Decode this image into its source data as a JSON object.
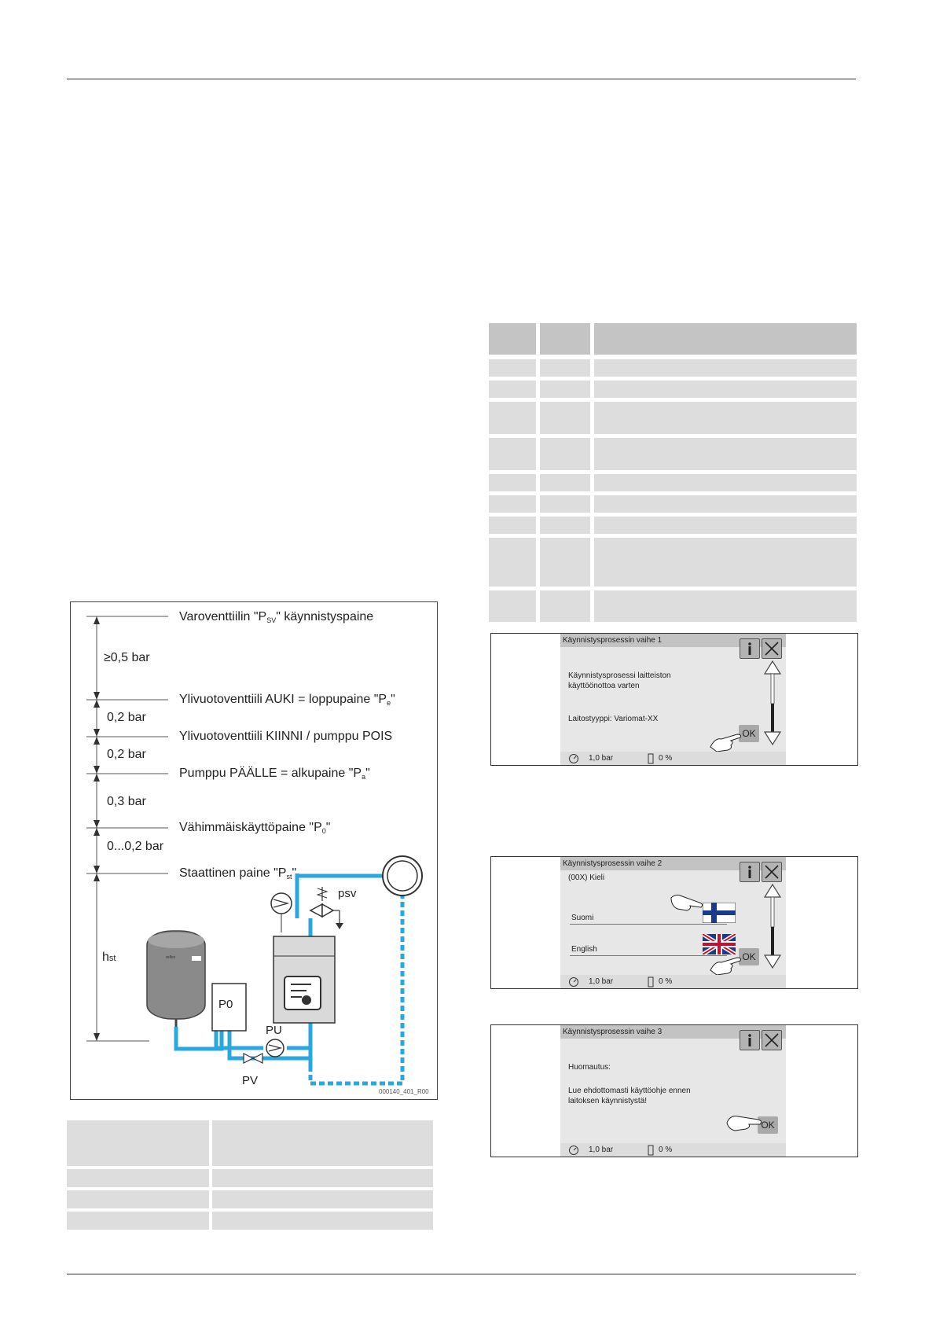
{
  "diagram": {
    "levels": [
      {
        "text_before": "Varoventtiilin \"P",
        "sub": "SV",
        "text_after": "\" käynnistyspaine"
      },
      {
        "text_before": "Ylivuotoventtiili AUKI = loppupaine \"P",
        "sub": "e",
        "text_after": "\""
      },
      {
        "text_before": "Ylivuotoventtiili KIINNI / pumppu POIS",
        "sub": "",
        "text_after": ""
      },
      {
        "text_before": "Pumppu PÄÄLLE = alkupaine \"P",
        "sub": "a",
        "text_after": "\""
      },
      {
        "text_before": "Vähimmäiskäyttöpaine \"P",
        "sub": "0",
        "text_after": "\""
      },
      {
        "text_before": "Staattinen paine \"P",
        "sub": "st",
        "text_after": "\""
      }
    ],
    "intervals": [
      "≥0,5 bar",
      "0,2 bar",
      "0,2 bar",
      "0,3 bar",
      "0...0,2 bar"
    ],
    "hst_main": "h",
    "hst_sub": "st",
    "labels": {
      "psv": "psv",
      "p0": "P0",
      "pu": "PU",
      "pv": "PV",
      "vessel_brand": "reflex"
    },
    "figure_code": "000140_401_R00",
    "colors": {
      "pipe": "#29a8e0",
      "vessel": "#8a8a8a"
    }
  },
  "screens": [
    {
      "title": "Käynnistysprosessin vaihe 1",
      "lines": [
        "Käynnistysprosessi laitteiston",
        "käyttöönottoa varten"
      ],
      "type_line": "Laitostyyppi: Variomat-XX",
      "ok": "OK",
      "status_pressure": "1,0 bar",
      "status_level": "0 %"
    },
    {
      "title": "Käynnistysprosessin vaihe 2",
      "subtitle": "(00X) Kieli",
      "option1": "Suomi",
      "option2": "English",
      "ok": "OK",
      "status_pressure": "1,0 bar",
      "status_level": "0 %"
    },
    {
      "title": "Käynnistysprosessin vaihe 3",
      "note_label": "Huomautus:",
      "lines": [
        "Lue ehdottomasti käyttöohje ennen",
        "laitoksen käynnistystä!"
      ],
      "ok": "OK",
      "status_pressure": "1,0 bar",
      "status_level": "0 %"
    }
  ],
  "icons": {
    "info": "info-icon",
    "close": "close-icon",
    "gauge": "gauge-icon",
    "level": "level-icon",
    "hand": "hand-pointer-icon",
    "flag_fi": "finland-flag-icon",
    "flag_uk": "uk-flag-icon"
  }
}
